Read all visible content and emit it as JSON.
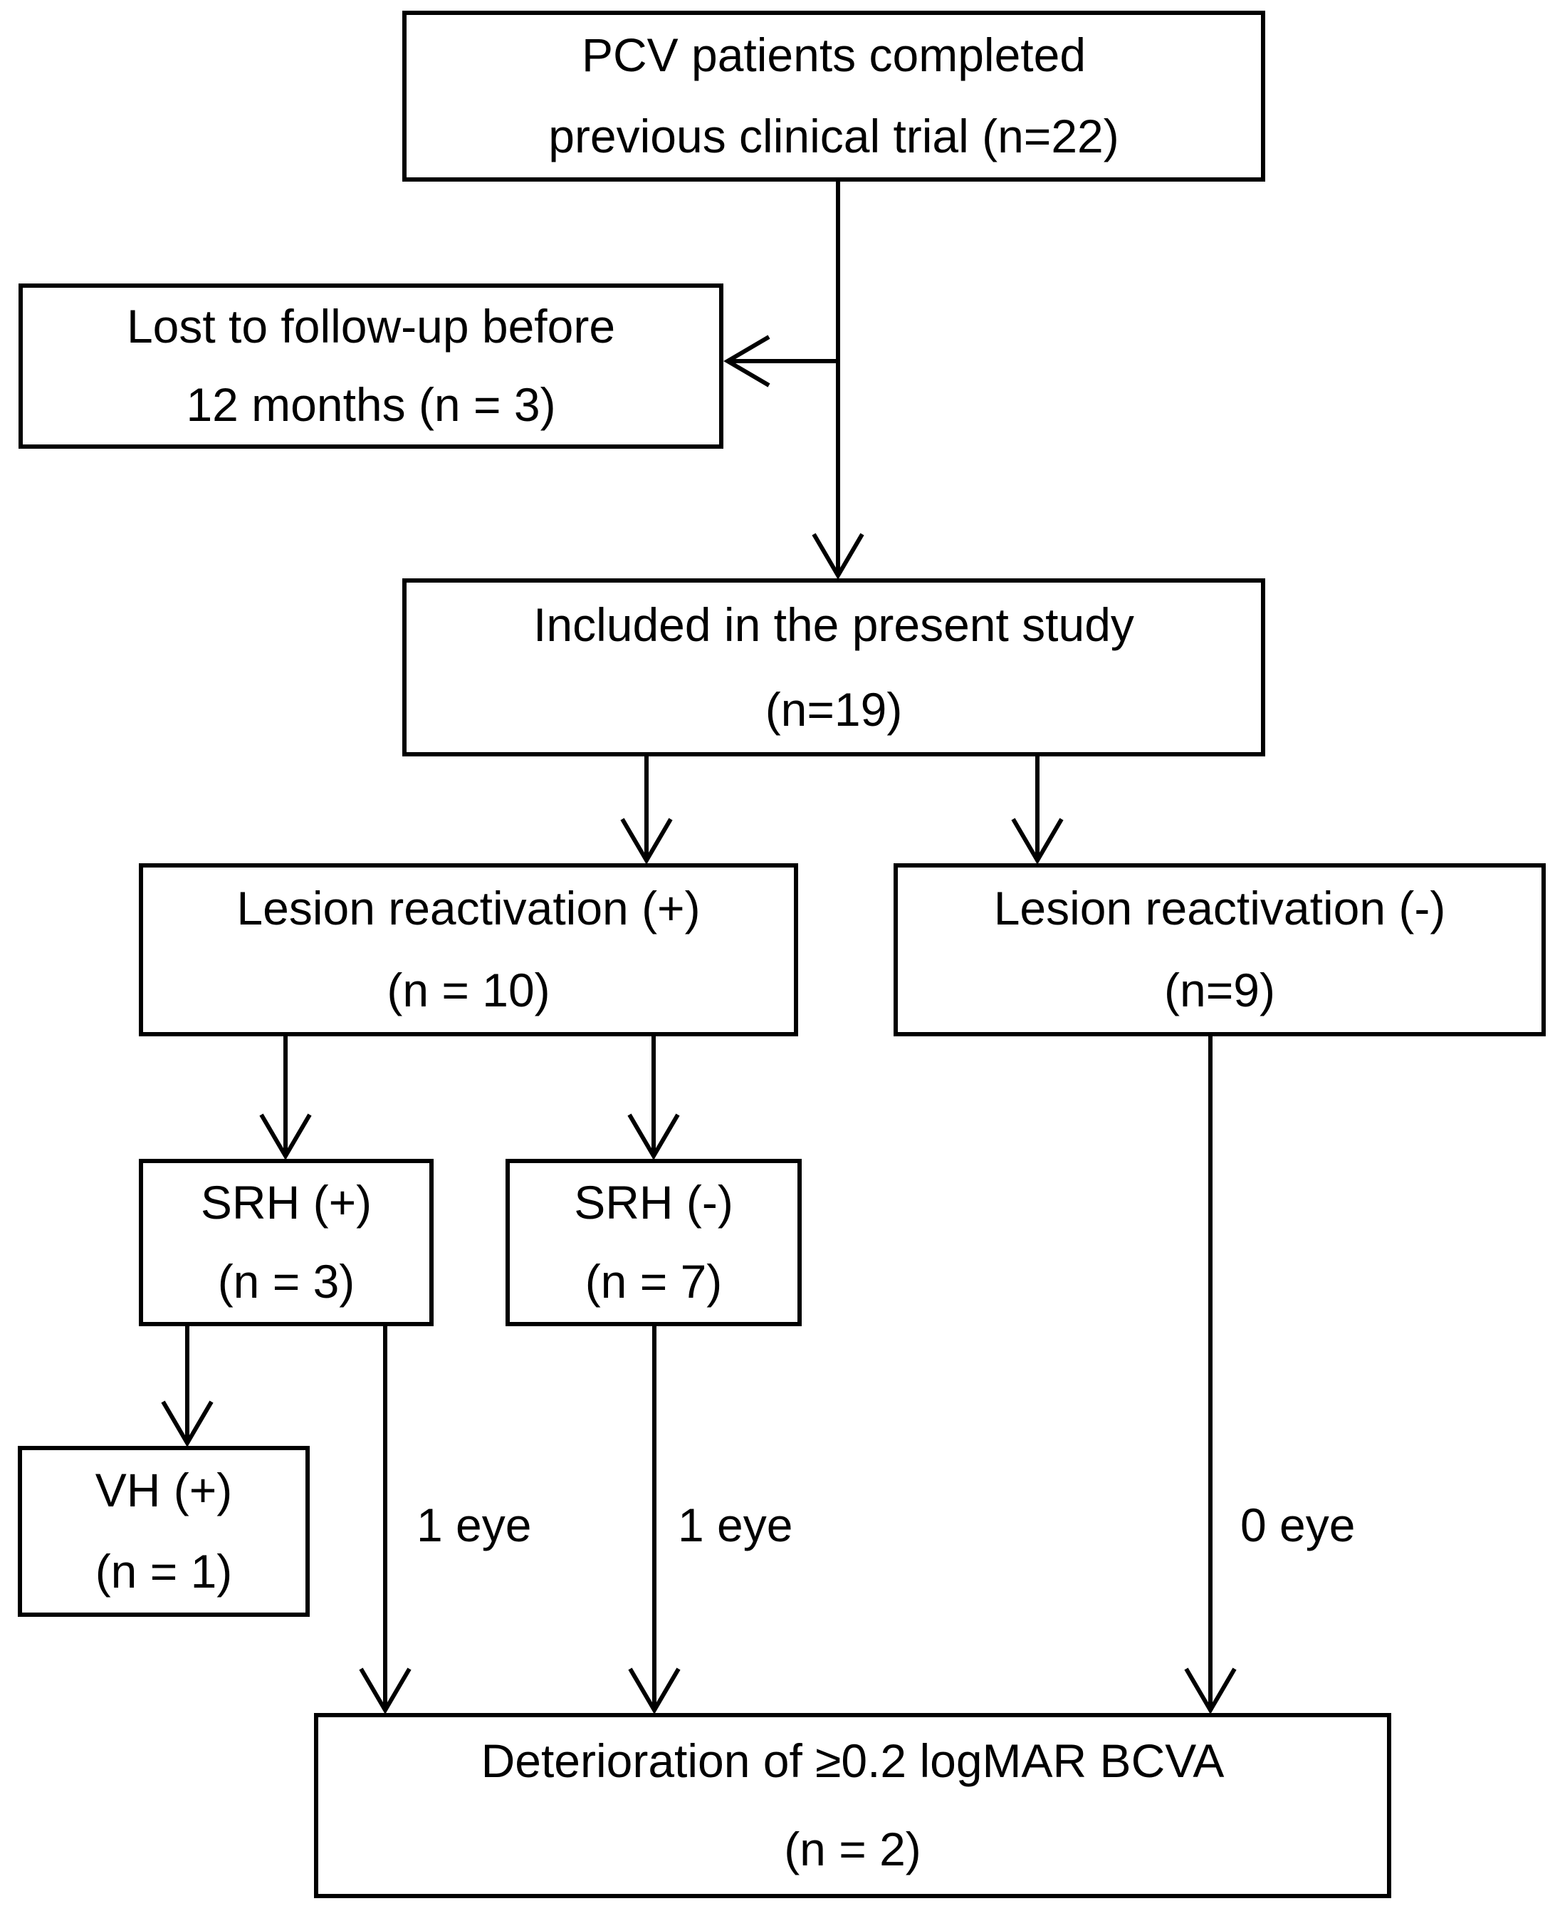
{
  "figure": {
    "background_color": "#ffffff",
    "line_color": "#000000",
    "text_color": "#000000"
  },
  "boxes": {
    "top": {
      "line1": "PCV patients completed",
      "line2": "previous clinical trial (n=22)"
    },
    "lost": {
      "line1": "Lost to follow-up before",
      "line2": "12 months (n = 3)"
    },
    "included": {
      "line1": "Included in the present study",
      "line2": "(n=19)"
    },
    "lesion_pos": {
      "line1": "Lesion reactivation (+)",
      "line2": "(n = 10)"
    },
    "lesion_neg": {
      "line1": "Lesion reactivation (-)",
      "line2": "(n=9)"
    },
    "srh_pos": {
      "line1": "SRH (+)",
      "line2": "(n = 3)"
    },
    "srh_neg": {
      "line1": "SRH (-)",
      "line2": "(n = 7)"
    },
    "vh_pos": {
      "line1": "VH (+)",
      "line2": "(n = 1)"
    },
    "outcome": {
      "line1": "Deterioration of ≥0.2 logMAR BCVA",
      "line2": "(n = 2)"
    }
  },
  "edge_labels": [
    {
      "text": "1 eye"
    },
    {
      "text": "1 eye"
    },
    {
      "text": "0 eye"
    }
  ]
}
